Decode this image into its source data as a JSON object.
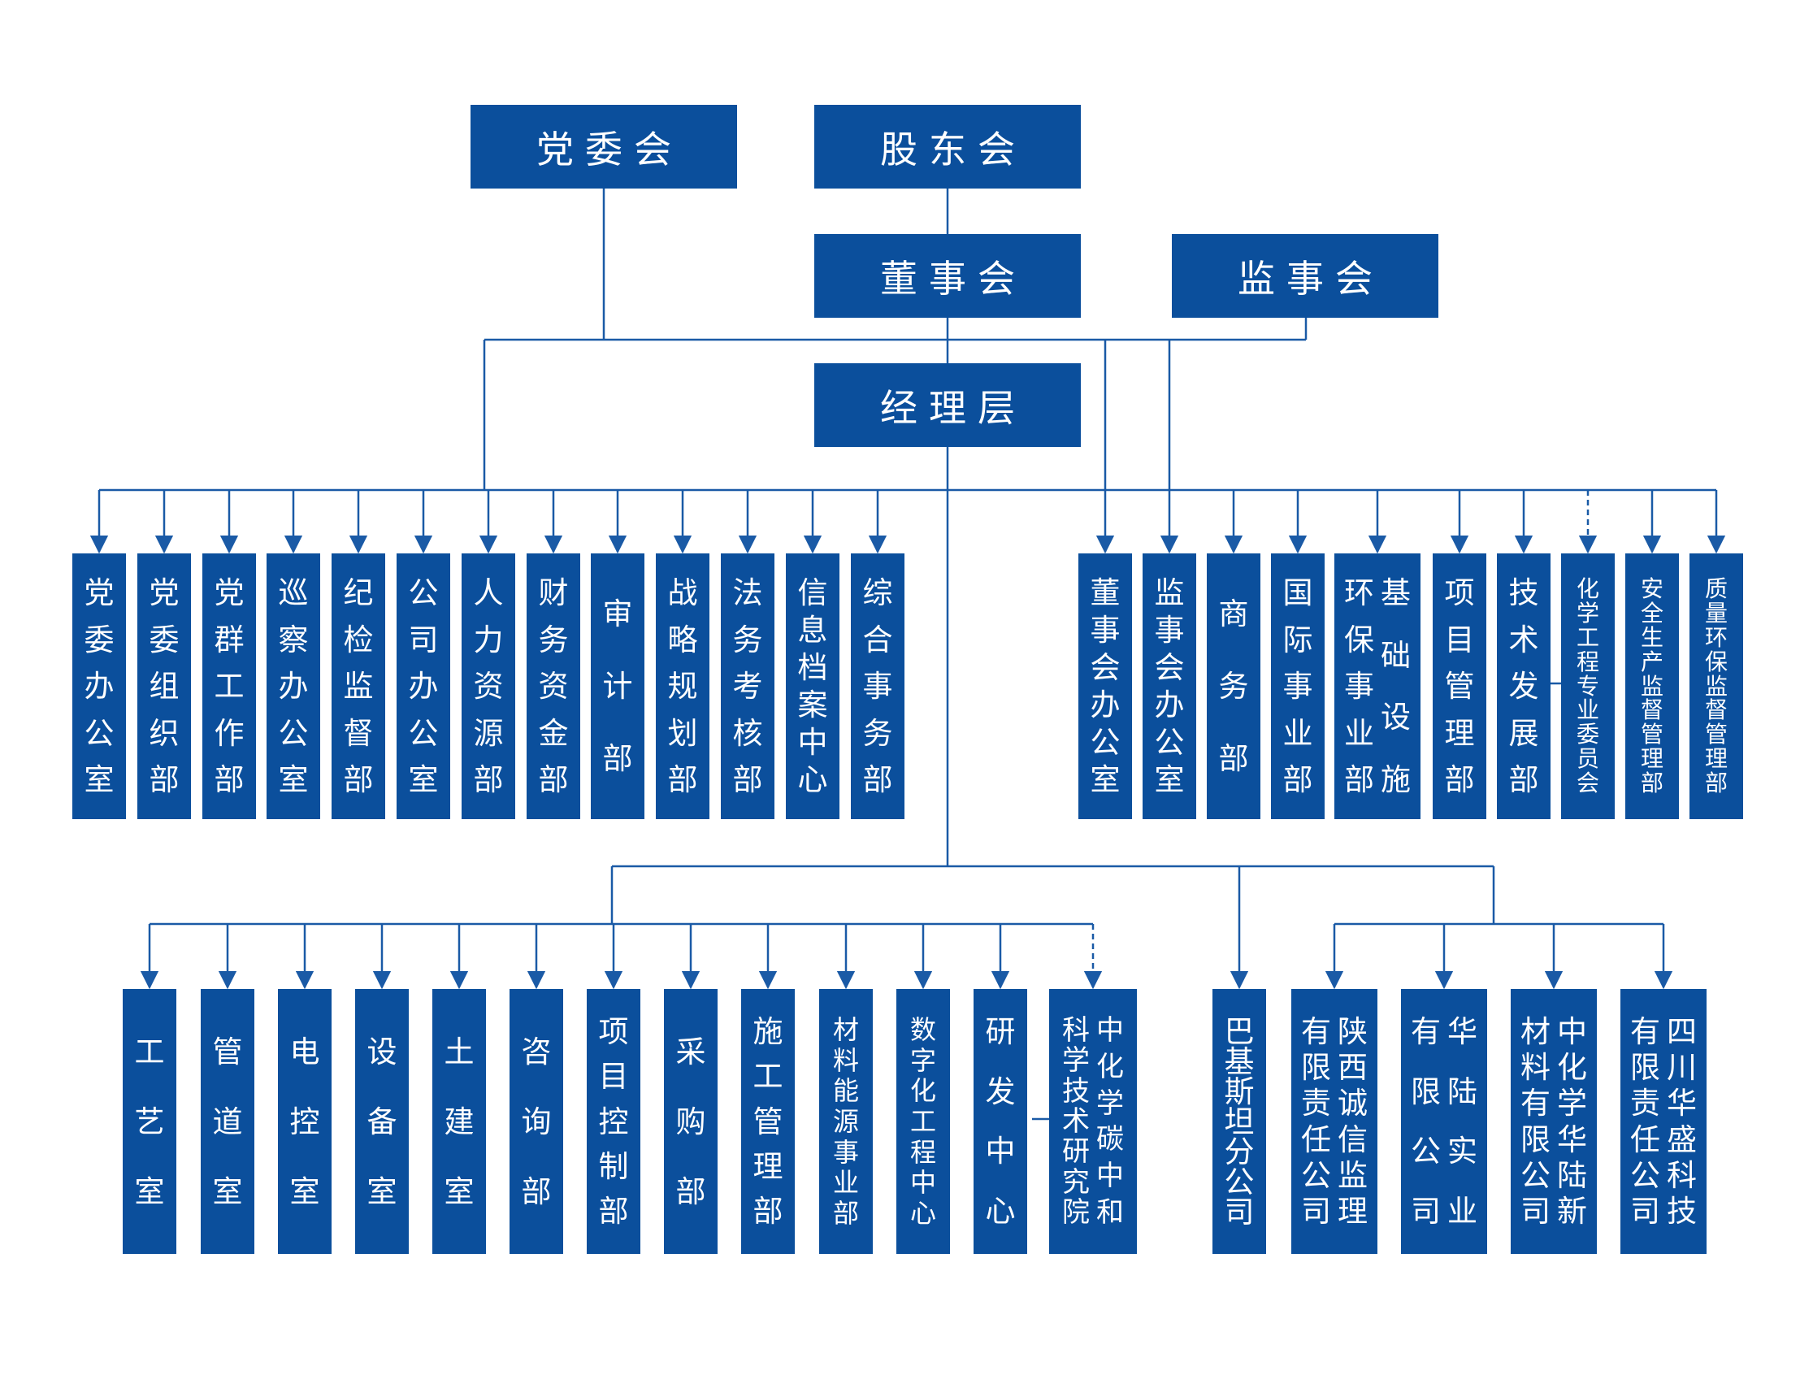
{
  "colors": {
    "box": "#0b4f9c",
    "line": "#1a5aa6",
    "text": "#ffffff"
  },
  "top": {
    "party_committee": "党委会",
    "shareholders": "股东会",
    "board": "董事会",
    "supervisors": "监事会",
    "management": "经理层"
  },
  "left_departments": [
    [
      "党委办公室"
    ],
    [
      "党委组织部"
    ],
    [
      "党群工作部"
    ],
    [
      "巡察办公室"
    ],
    [
      "纪检监督部"
    ],
    [
      "公司办公室"
    ],
    [
      "人力资源部"
    ],
    [
      "财务资金部"
    ],
    [
      "审计部"
    ],
    [
      "战略规划部"
    ],
    [
      "法务考核部"
    ],
    [
      "信息档案中心"
    ],
    [
      "综合事务部"
    ]
  ],
  "right_departments": [
    [
      "董事会办公室"
    ],
    [
      "监事会办公室"
    ],
    [
      "商务部"
    ],
    [
      "国际事业部"
    ],
    [
      "基础设施",
      "环保事业部"
    ],
    [
      "项目管理部"
    ],
    [
      "技术发展部"
    ],
    [
      "化学工程专业委员会"
    ],
    [
      "安全生产监督管理部"
    ],
    [
      "质量环保监督管理部"
    ]
  ],
  "business_units": [
    [
      "工艺室"
    ],
    [
      "管道室"
    ],
    [
      "电控室"
    ],
    [
      "设备室"
    ],
    [
      "土建室"
    ],
    [
      "咨询部"
    ],
    [
      "项目控制部"
    ],
    [
      "采购部"
    ],
    [
      "施工管理部"
    ],
    [
      "材料能源事业部"
    ],
    [
      "数字化工程中心"
    ],
    [
      "研发中心"
    ],
    [
      "中化学碳中和",
      "科学技术研究院"
    ]
  ],
  "subsidiaries": [
    [
      "巴基斯坦分公司"
    ],
    [
      "陕西诚信监理",
      "有限责任公司"
    ],
    [
      "华陆实业",
      "有限公司"
    ],
    [
      "中化学华陆新",
      "材料有限公司"
    ],
    [
      "四川华盛科技",
      "有限责任公司"
    ]
  ]
}
